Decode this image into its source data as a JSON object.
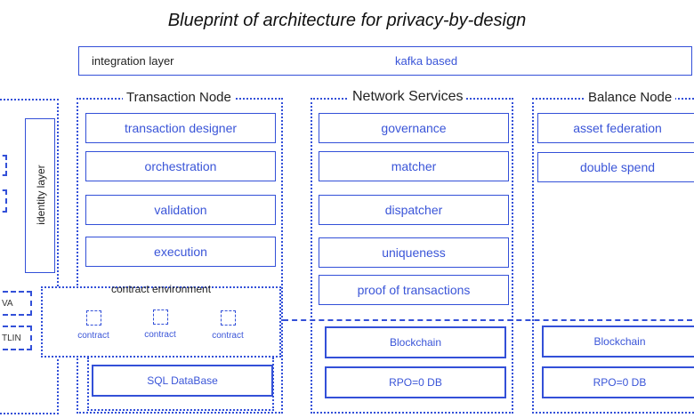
{
  "title": "Blueprint of architecture for privacy-by-design",
  "integration": {
    "label": "integration layer",
    "tech": "kafka based"
  },
  "identity_layer": "identity layer",
  "left_stubs": {
    "java": "VA",
    "kotlin": "TLIN"
  },
  "transaction_node": {
    "header": "Transaction Node",
    "items": [
      "transaction designer",
      "orchestration",
      "validation",
      "execution"
    ],
    "contract_env": {
      "header": "contract environment",
      "contracts": [
        "contract",
        "contract",
        "contract"
      ]
    },
    "db": "SQL DataBase"
  },
  "network_services": {
    "header": "Network Services",
    "items": [
      "governance",
      "matcher",
      "dispatcher",
      "uniqueness",
      "proof of transactions"
    ],
    "blockchain": "Blockchain",
    "db": "RPO=0 DB"
  },
  "balance_node": {
    "header": "Balance Node",
    "items": [
      "asset federation",
      "double spend"
    ],
    "blockchain": "Blockchain",
    "db": "RPO=0 DB"
  },
  "colors": {
    "accent": "#3350d8",
    "text": "#222222"
  }
}
